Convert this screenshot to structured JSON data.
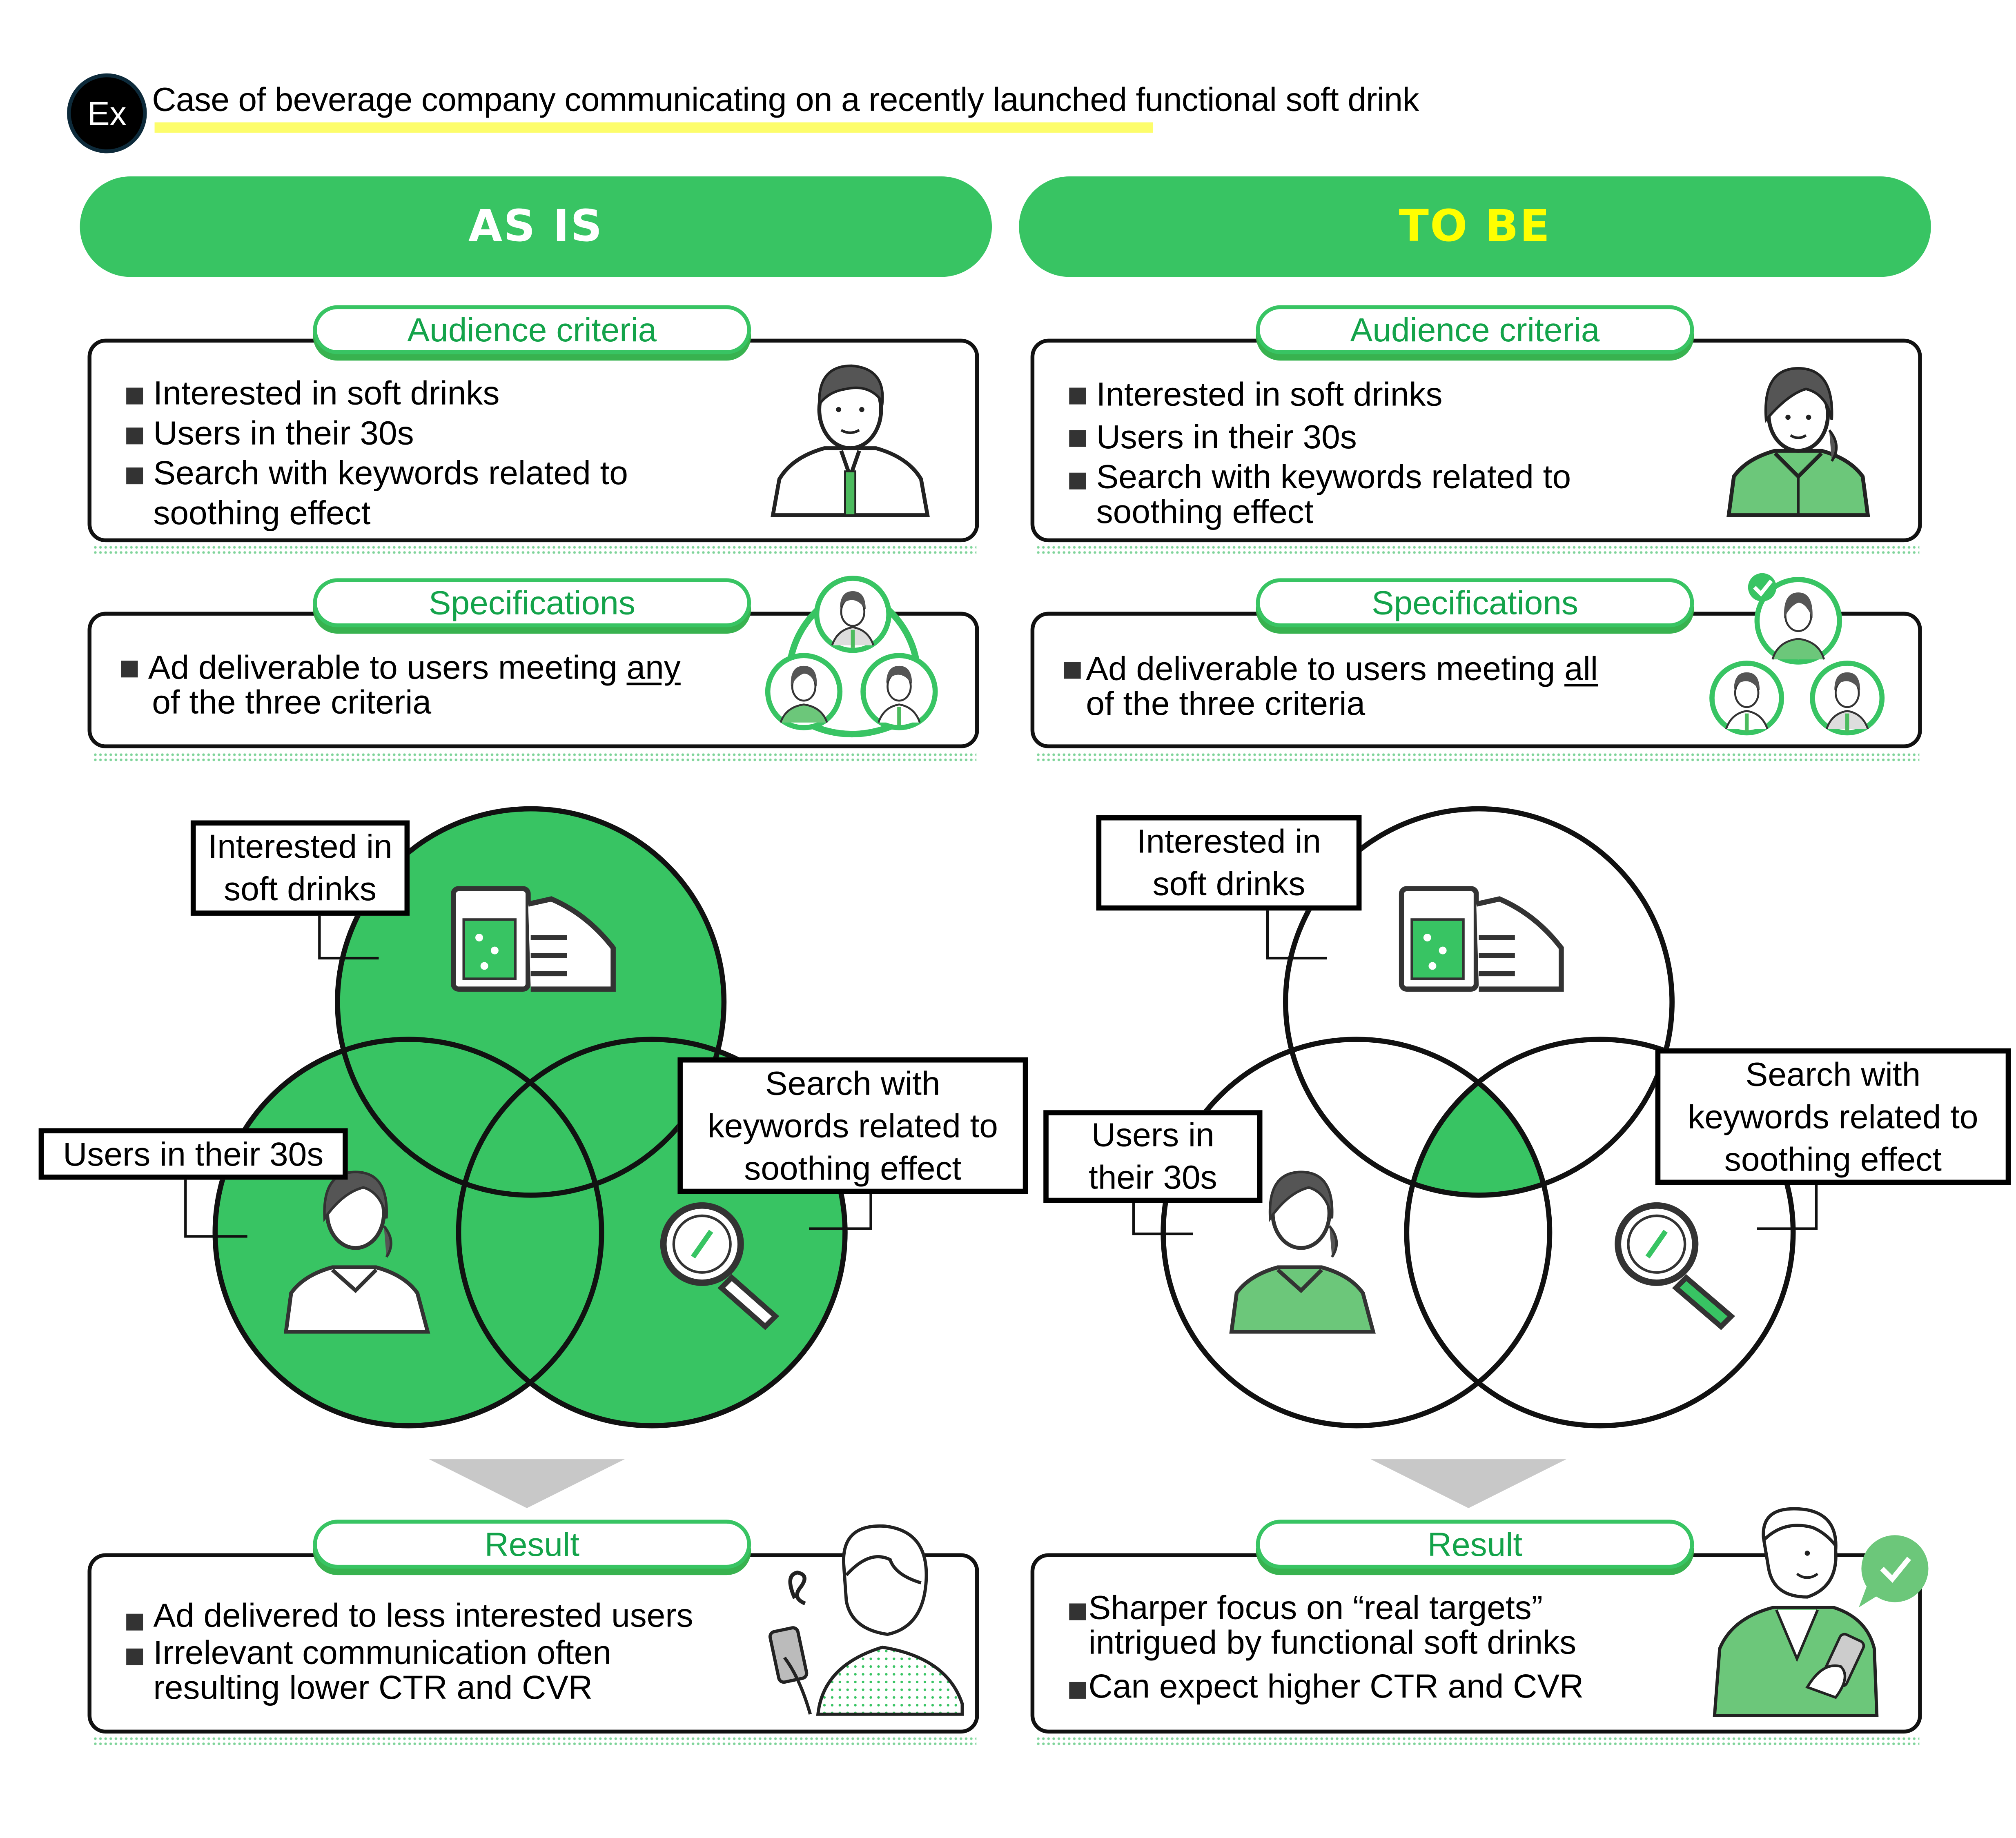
{
  "header": {
    "badge": "Ex",
    "title": "Case of beverage company communicating on a recently launched functional soft drink"
  },
  "colors": {
    "brand_green": "#38c463",
    "label_green": "#13a34a",
    "to_be_header_text": "#ffff00",
    "as_is_header_text": "#ffffff",
    "highlight_yellow": "#fdfd6b",
    "arrow_gray": "#c8c8c8"
  },
  "as_is": {
    "header": "AS IS",
    "audience": {
      "label": "Audience criteria",
      "items": [
        "Interested in soft drinks",
        "Users in their 30s",
        "Search with keywords related to",
        "soothing effect"
      ],
      "icon": "man-with-tie-icon"
    },
    "specifications": {
      "label": "Specifications",
      "line1_prefix": "Ad deliverable to users meeting ",
      "line1_emphasis": "any",
      "line2": "of the three criteria",
      "icon": "three-users-linked-icon"
    },
    "venn": {
      "circle_a": "Interested in soft drinks",
      "circle_a_lines": [
        "Interested in",
        "soft drinks"
      ],
      "circle_b": "Users in their 30s",
      "circle_b_lines": [
        "Users in their 30s"
      ],
      "circle_c_lines": [
        "Search with",
        "keywords related to",
        "soothing effect"
      ],
      "highlighted_region": "union"
    },
    "result": {
      "label": "Result",
      "items": [
        "Ad delivered to less interested users",
        "Irrelevant communication often",
        "resulting lower CTR and CVR"
      ],
      "icon": "confused-woman-with-phone-icon"
    }
  },
  "to_be": {
    "header": "TO BE",
    "audience": {
      "label": "Audience criteria",
      "items": [
        "Interested in soft drinks",
        "Users in their 30s",
        "Search with keywords related to",
        "soothing effect"
      ],
      "icon": "woman-green-shirt-icon"
    },
    "specifications": {
      "label": "Specifications",
      "line1_prefix": "Ad deliverable to users meeting ",
      "line1_emphasis": "all",
      "line2": "of the three criteria",
      "icon": "three-users-check-icon"
    },
    "venn": {
      "circle_a_lines": [
        "Interested in",
        "soft drinks"
      ],
      "circle_b_lines": [
        "Users in",
        "their 30s"
      ],
      "circle_c_lines": [
        "Search with",
        "keywords related to",
        "soothing effect"
      ],
      "highlighted_region": "intersection"
    },
    "result": {
      "label": "Result",
      "items": [
        "Sharper focus on “real targets”",
        "intrigued by functional soft drinks",
        "Can expect higher CTR and CVR"
      ],
      "icon": "happy-man-with-phone-check-icon"
    }
  }
}
